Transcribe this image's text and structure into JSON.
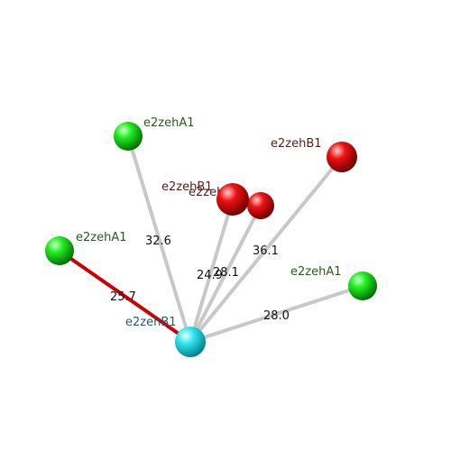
{
  "colors": {
    "green_atom": "#11cc11",
    "red_atom": "#dd0000",
    "cyan_atom": "#22dddd",
    "green_label": "#2a5a1a",
    "red_label": "#5a1a1a",
    "cyan_label": "#2a5a6a",
    "gray_bond": "#c8c8c8",
    "red_bond": "#cc0000"
  },
  "nodes": [
    {
      "id": "center",
      "label": "e2zehB1",
      "color": "cyan"
    },
    {
      "id": "g1",
      "label": "e2zehA1",
      "color": "green"
    },
    {
      "id": "g2",
      "label": "e2zehA1",
      "color": "green"
    },
    {
      "id": "g3",
      "label": "e2zehA1",
      "color": "green"
    },
    {
      "id": "r1",
      "label": "e2zehB1",
      "color": "red"
    },
    {
      "id": "r2",
      "label": "e2zeh",
      "color": "red"
    },
    {
      "id": "r3",
      "label": "e2zehB1",
      "color": "red"
    }
  ],
  "edges": [
    {
      "from": "center",
      "to": "g1",
      "distance": "32.6",
      "color": "gray"
    },
    {
      "from": "center",
      "to": "g2",
      "distance": "25.7",
      "color": "red"
    },
    {
      "from": "center",
      "to": "g3",
      "distance": "28.0",
      "color": "gray"
    },
    {
      "from": "center",
      "to": "r1",
      "distance": "24.9",
      "color": "gray"
    },
    {
      "from": "center",
      "to": "r2",
      "distance": "28.1",
      "color": "gray"
    },
    {
      "from": "center",
      "to": "r3",
      "distance": "36.1",
      "color": "gray"
    }
  ]
}
